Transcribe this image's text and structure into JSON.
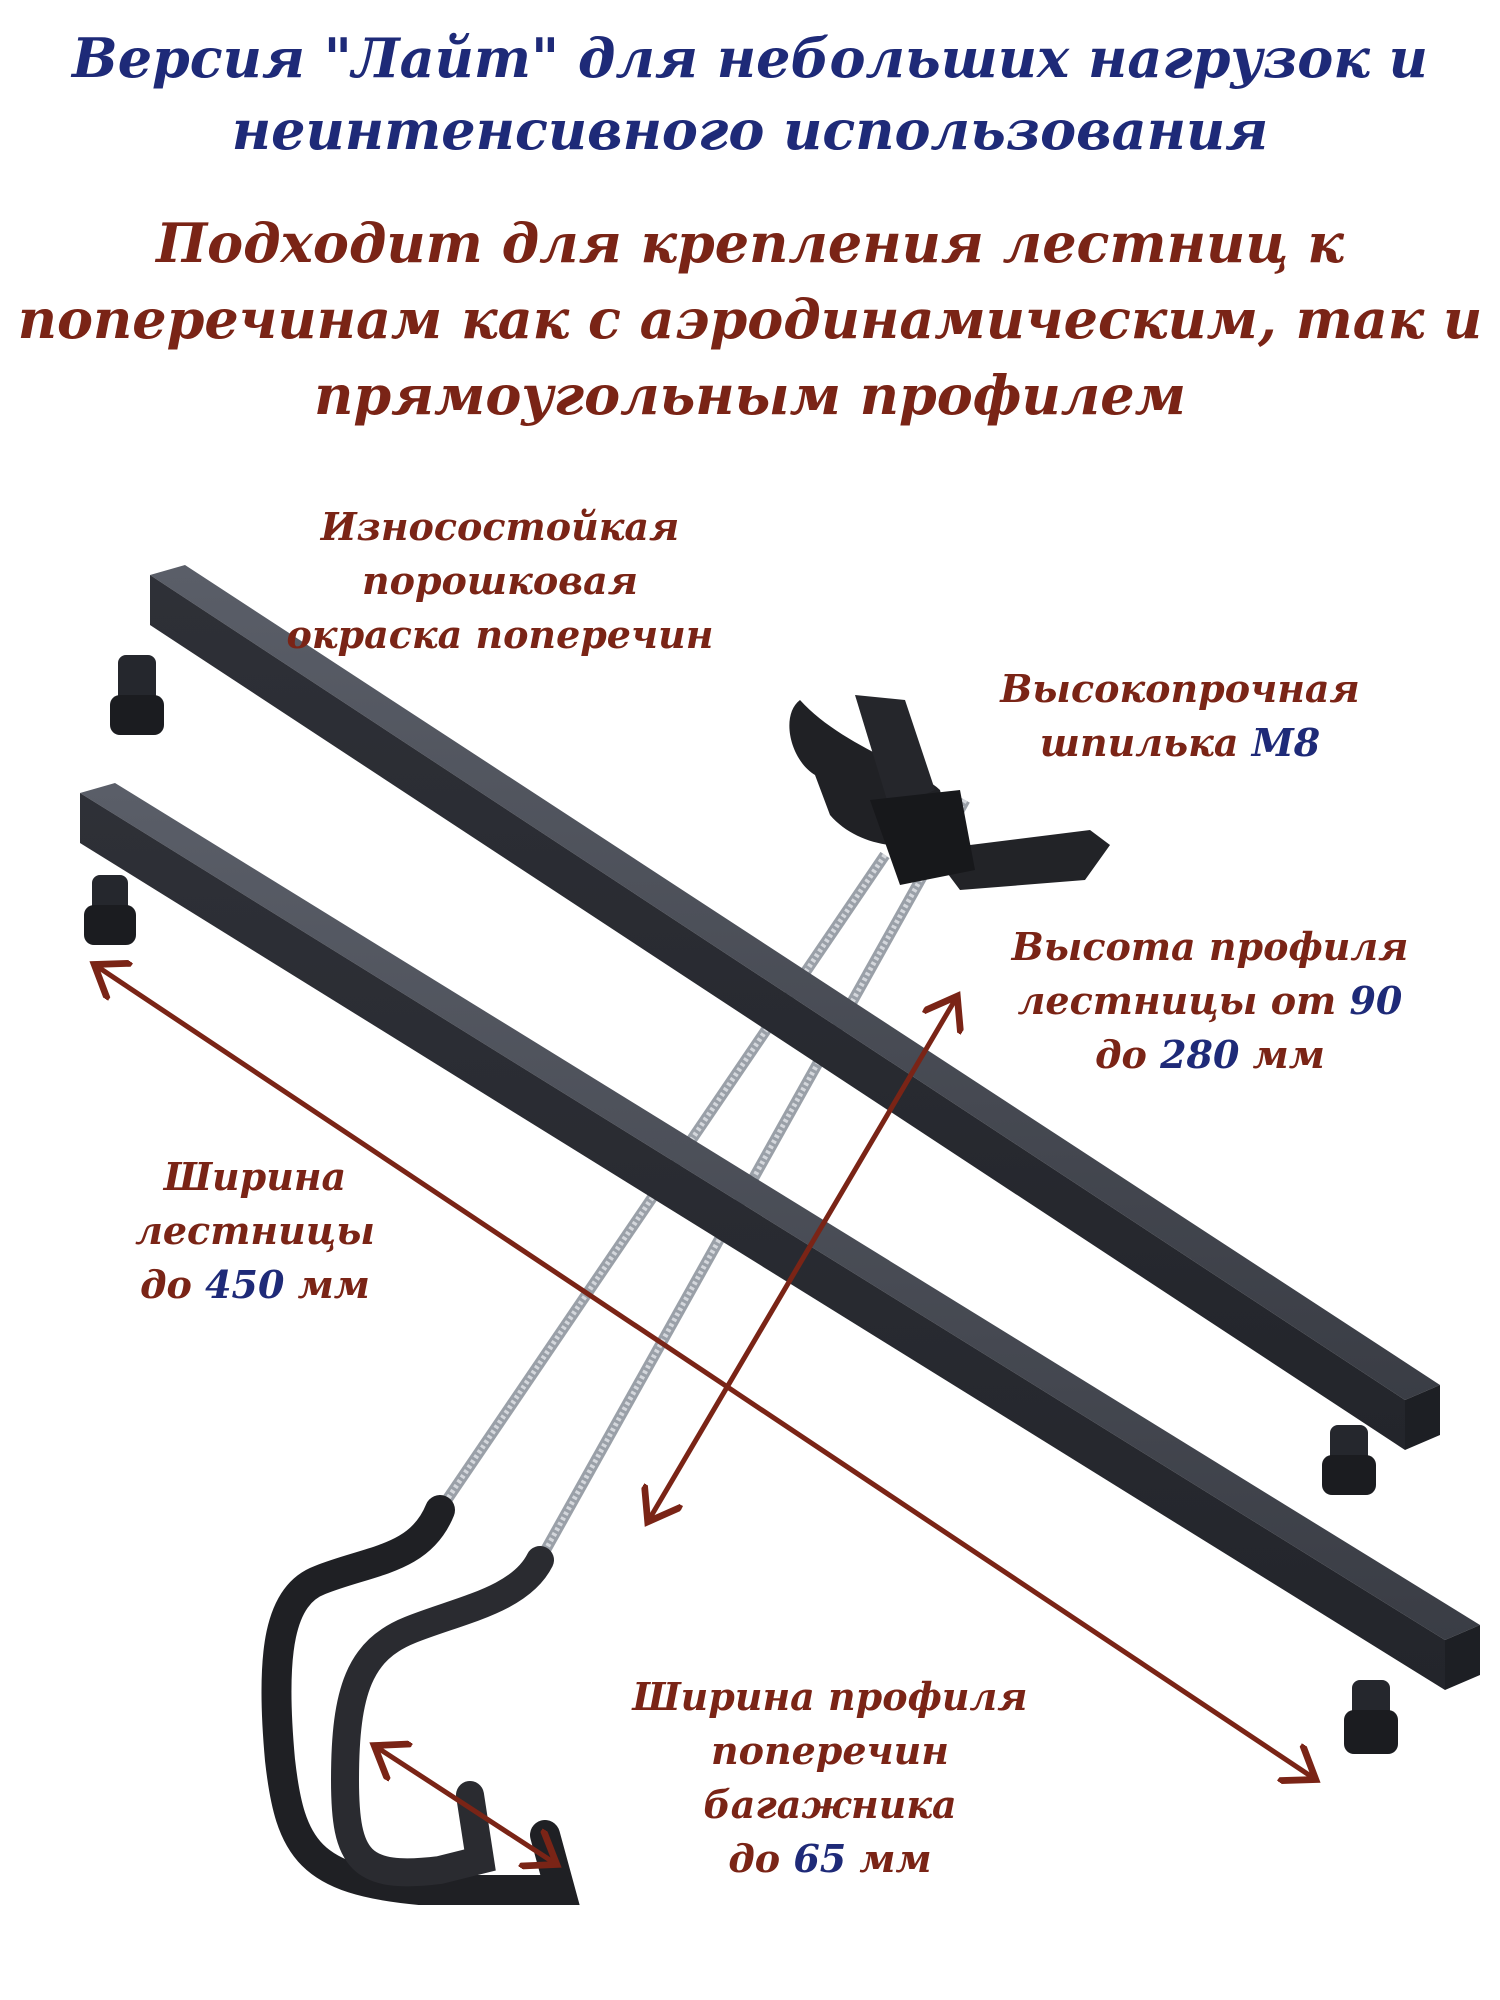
{
  "header": {
    "line1": "Версия \"Лайт\" для небольших нагрузок и",
    "line2": "неинтенсивного использования"
  },
  "subheader": {
    "line1": "Подходит для крепления лестниц к",
    "line2": "поперечинам как с аэродинамическим, так и",
    "line3": "прямоугольным профилем"
  },
  "callouts": {
    "coating": {
      "line1": "Износостойкая порошковая",
      "line2": "окраска поперечин"
    },
    "stud": {
      "line1": "Высокопрочная",
      "line2_text": "шпилька ",
      "line2_num": "М8"
    },
    "height": {
      "line1": "Высота профиля",
      "line2_text": "лестницы от ",
      "line2_num": "90",
      "line3_pre": "до ",
      "line3_num": "280",
      "line3_post": " мм"
    },
    "width": {
      "line1": "Ширина лестницы",
      "line2_pre": "до ",
      "line2_num": "450",
      "line2_post": " мм"
    },
    "bar_profile": {
      "line1": "Ширина профиля",
      "line2": "поперечин багажника",
      "line3_pre": "до ",
      "line3_num": "65",
      "line3_post": " мм"
    }
  },
  "colors": {
    "blue_text": "#1e2a78",
    "red_text": "#7a2416",
    "arrow": "#7a2416",
    "bar": "#3a3d45",
    "rod": "#b8bcc2"
  }
}
